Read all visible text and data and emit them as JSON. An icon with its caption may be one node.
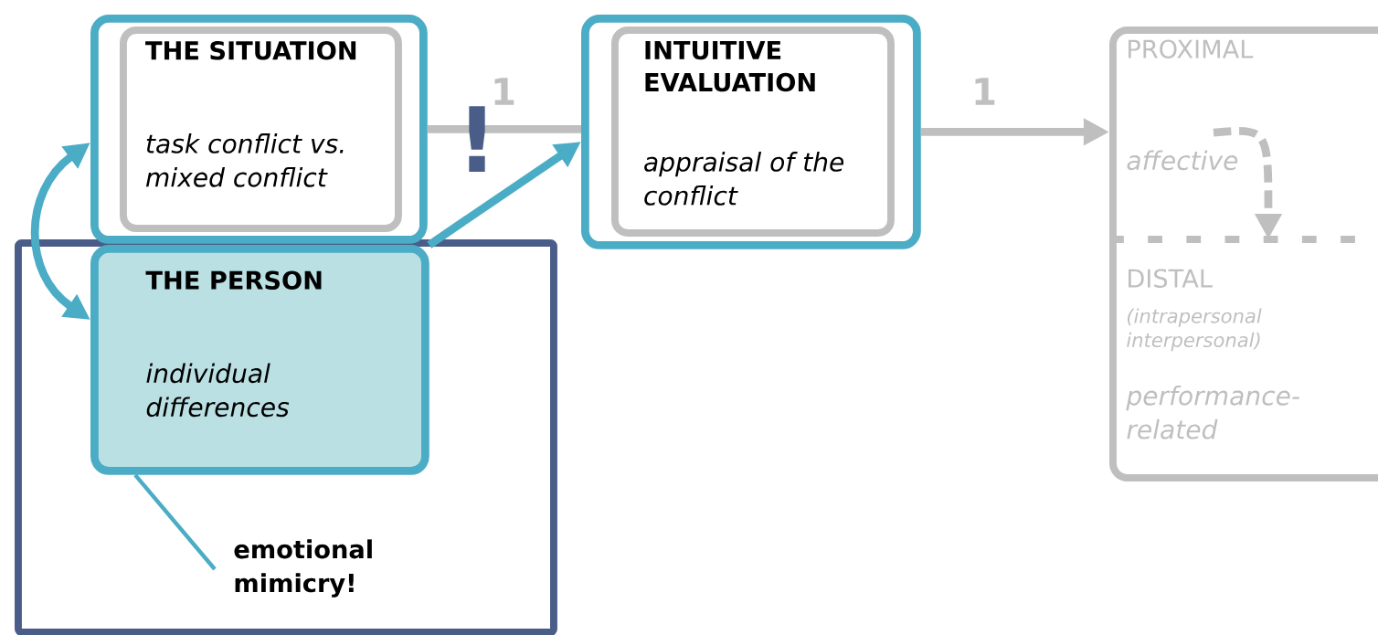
{
  "diagram": {
    "nodes": [
      {
        "text": [],
        "shape": "box"
      },
      {
        "text": [
          "THE SITUATION",
          "task conflict vs. mixed conflict"
        ],
        "in": 0
      },
      {
        "text": [],
        "shape": "box"
      },
      {
        "text": [
          "THE PERSON",
          "individual differences"
        ],
        "in": 2
      },
      {
        "text": [
          "emotional mimicry!"
        ],
        "in": 2
      },
      {
        "text": [],
        "shape": "box"
      },
      {
        "text": [
          "INTUITIVE EVALUATION",
          "appraisal of the conflict"
        ],
        "in": 5
      },
      {
        "text": [],
        "shape": "box"
      },
      {
        "text": [
          "PROXIMAL",
          "affective"
        ],
        "in": 7
      },
      {
        "text": [
          "DISTAL",
          "(intrapersonal interpersonal)",
          "performance-related"
        ],
        "in": 7
      }
    ],
    "edges": [
      {
        "from": 0,
        "to": 5,
        "arrow": "none",
        "label": "1",
        "color": "#bfbfbf"
      },
      {
        "from": 3,
        "to": 5,
        "arrow": "to",
        "color": "#4bacc6"
      },
      {
        "from": 0,
        "to": 3,
        "arrow": "both",
        "color": "#4bacc6"
      },
      {
        "from": 5,
        "to": 7,
        "arrow": "to",
        "label": "1",
        "color": "#bfbfbf"
      },
      {
        "from": 4,
        "to": 3,
        "arrow": "none",
        "color": "#4bacc6"
      },
      {
        "from": 8,
        "to": 9,
        "arrow": "to",
        "style": "dashed",
        "color": "#bfbfbf"
      }
    ],
    "labels": [
      "!"
    ]
  }
}
